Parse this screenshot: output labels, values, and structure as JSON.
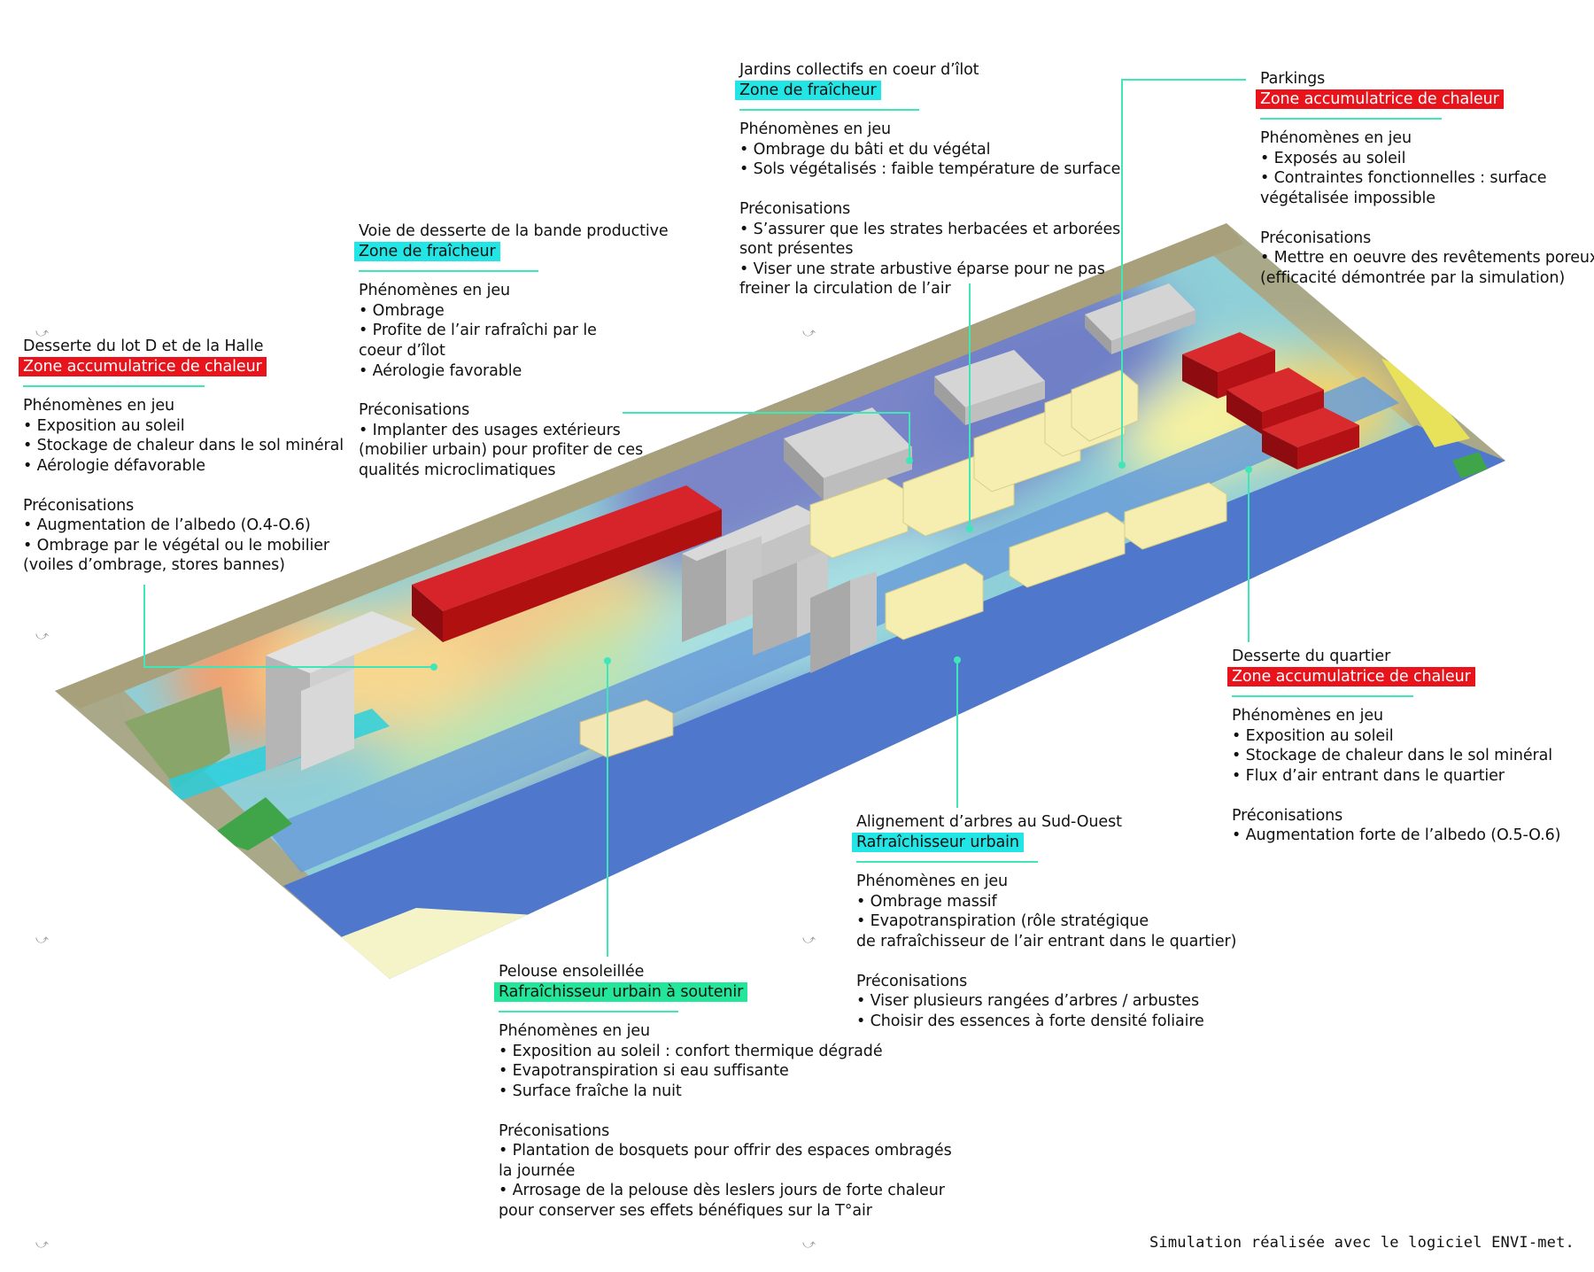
{
  "annotations": {
    "desserte_lot_d": {
      "title": "Desserte du lot D et de la Halle",
      "zone": "Zone accumulatrice de chaleur",
      "zone_kind": "heat",
      "phen_title": "Phénomènes en jeu",
      "phen": [
        "• Exposition au soleil",
        "• Stockage de chaleur dans le sol minéral",
        "• Aérologie défavorable"
      ],
      "prec_title": "Préconisations",
      "prec": [
        "• Augmentation de l’albedo (O.4-O.6)",
        "• Ombrage par le végétal ou le mobilier",
        "(voiles d’ombrage, stores bannes)"
      ]
    },
    "voie_desserte": {
      "title": "Voie de desserte de la bande productive",
      "zone": "Zone de fraîcheur",
      "zone_kind": "fresh",
      "phen_title": "Phénomènes en jeu",
      "phen": [
        "• Ombrage",
        "• Profite de l’air rafraîchi par le",
        "coeur d’îlot",
        "• Aérologie favorable"
      ],
      "prec_title": "Préconisations",
      "prec": [
        "• Implanter des usages extérieurs",
        "(mobilier urbain) pour profiter de ces",
        "qualités microclimatiques"
      ]
    },
    "jardins": {
      "title": "Jardins collectifs en coeur d’îlot",
      "zone": "Zone de fraîcheur",
      "zone_kind": "fresh",
      "phen_title": "Phénomènes en jeu",
      "phen": [
        "• Ombrage du bâti et du végétal",
        "• Sols végétalisés : faible température de surface"
      ],
      "prec_title": "Préconisations",
      "prec": [
        "• S’assurer que les strates herbacées et arborées",
        "sont présentes",
        "• Viser une strate arbustive éparse pour ne pas",
        "freiner la circulation de l’air"
      ]
    },
    "parkings": {
      "title": "Parkings",
      "zone": "Zone accumulatrice de chaleur",
      "zone_kind": "heat",
      "phen_title": "Phénomènes en jeu",
      "phen": [
        "• Exposés au soleil",
        "• Contraintes fonctionnelles : surface",
        "végétalisée impossible"
      ],
      "prec_title": "Préconisations",
      "prec": [
        "• Mettre en oeuvre des revêtements poreux",
        "(efficacité démontrée par la simulation)"
      ]
    },
    "desserte_quartier": {
      "title": "Desserte du quartier",
      "zone": "Zone accumulatrice de chaleur",
      "zone_kind": "heat",
      "phen_title": "Phénomènes en jeu",
      "phen": [
        "• Exposition au soleil",
        "• Stockage de chaleur dans le sol minéral",
        "• Flux d’air entrant dans le quartier"
      ],
      "prec_title": "Préconisations",
      "prec": [
        "• Augmentation forte de l’albedo (O.5-O.6)"
      ]
    },
    "alignement": {
      "title": "Alignement d’arbres au Sud-Ouest",
      "zone": "Rafraîchisseur urbain",
      "zone_kind": "fresh",
      "phen_title": "Phénomènes en jeu",
      "phen": [
        "• Ombrage massif",
        "• Evapotranspiration (rôle stratégique",
        "de rafraîchisseur de l’air entrant dans le quartier)"
      ],
      "prec_title": "Préconisations",
      "prec": [
        "• Viser plusieurs rangées d’arbres / arbustes",
        "• Choisir des essences à forte densité foliaire"
      ]
    },
    "pelouse": {
      "title": "Pelouse ensoleillée",
      "zone": "Rafraîchisseur urbain à soutenir",
      "zone_kind": "lawn",
      "phen_title": "Phénomènes en jeu",
      "phen": [
        "• Exposition au soleil : confort thermique dégradé",
        "• Evapotranspiration si eau suffisante",
        "• Surface fraîche la nuit"
      ],
      "prec_title": "Préconisations",
      "prec": [
        "• Plantation de bosquets pour offrir des espaces ombragés",
        "la journée",
        "• Arrosage de la pelouse dès lesIers jours de forte chaleur",
        "pour conserver ses effets bénéfiques sur la T°air"
      ]
    }
  },
  "footer": "Simulation réalisée avec le logiciel ENVI-met.",
  "colors": {
    "heat": "#e8131b",
    "fresh": "#22e6e6",
    "lawn": "#22e69a",
    "leader": "#3ee6b8",
    "river": "#4f78cc",
    "hot_building": "#b80f14",
    "residential": "#f6eeb0",
    "grey_building": "#bdbdbd"
  }
}
